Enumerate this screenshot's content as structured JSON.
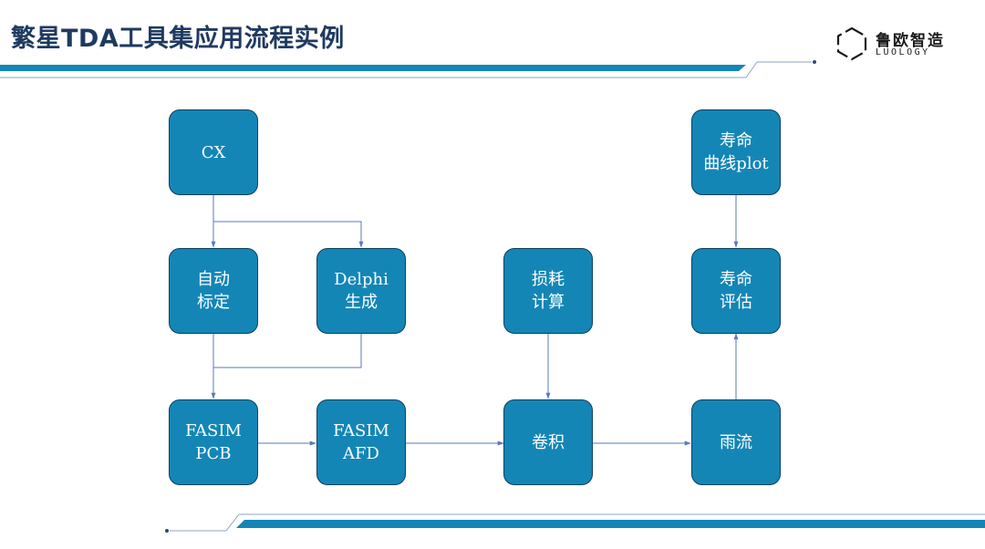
{
  "title": "繁星TDA工具集应用流程实例",
  "logo": {
    "name_cn": "鲁欧智造",
    "name_en": "LUOLOGY",
    "icon": "hexagon-logo-icon"
  },
  "colors": {
    "title": "#1f3a60",
    "box_fill": "#1486b6",
    "box_border": "#0d3f5b",
    "arrow": "#5a77bf",
    "band": "#1486b6"
  },
  "flowchart": {
    "nodes": [
      {
        "id": "cx",
        "label": "CX"
      },
      {
        "id": "auto_calib",
        "label": "自动\n标定"
      },
      {
        "id": "delphi",
        "label": "Delphi\n生成"
      },
      {
        "id": "fasim_pcb",
        "label": "FASIM\nPCB"
      },
      {
        "id": "fasim_afd",
        "label": "FASIM\nAFD"
      },
      {
        "id": "loss_calc",
        "label": "损耗\n计算"
      },
      {
        "id": "convolution",
        "label": "卷积"
      },
      {
        "id": "rainflow",
        "label": "雨流"
      },
      {
        "id": "life_eval",
        "label": "寿命\n评估"
      },
      {
        "id": "life_curve",
        "label": "寿命\n曲线plot"
      }
    ],
    "edges": [
      {
        "from": "cx",
        "to": "auto_calib"
      },
      {
        "from": "cx",
        "to": "delphi"
      },
      {
        "from": "auto_calib",
        "to": "fasim_pcb"
      },
      {
        "from": "delphi",
        "to": "fasim_pcb"
      },
      {
        "from": "fasim_pcb",
        "to": "fasim_afd"
      },
      {
        "from": "fasim_afd",
        "to": "convolution"
      },
      {
        "from": "loss_calc",
        "to": "convolution"
      },
      {
        "from": "convolution",
        "to": "rainflow"
      },
      {
        "from": "rainflow",
        "to": "life_eval"
      },
      {
        "from": "life_curve",
        "to": "life_eval"
      }
    ]
  }
}
